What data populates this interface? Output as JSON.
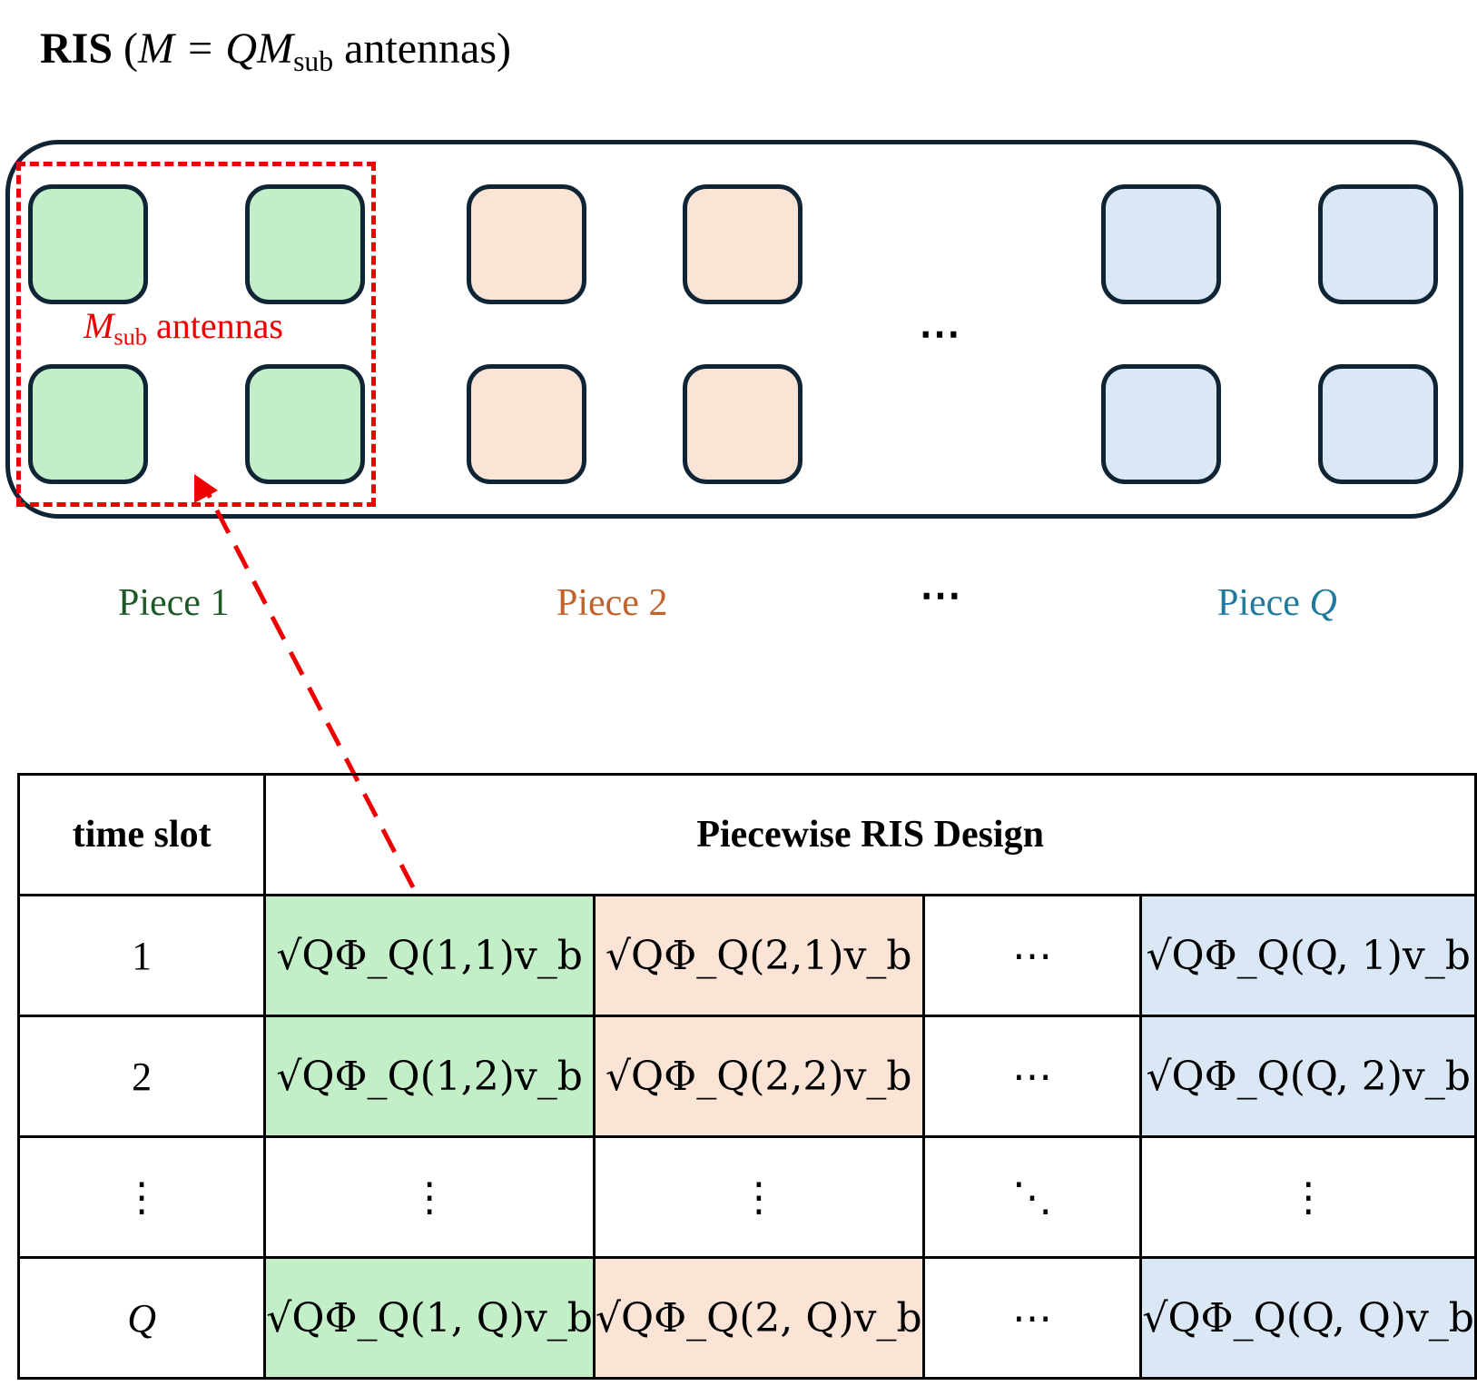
{
  "title": {
    "bold": "RIS",
    "open": " (",
    "m": "M",
    "eq": " = Q",
    "msym": "M",
    "sub": "sub",
    "rest": " antennas)"
  },
  "sub_label": {
    "m": "M",
    "sub": "sub",
    "rest": " antennas"
  },
  "ellipsis": "⋯",
  "pieces": [
    {
      "text": "Piece 1",
      "italic": "",
      "color": "#1e5a28"
    },
    {
      "text": "Piece 2",
      "italic": "",
      "color": "#c0622a"
    },
    {
      "text": "Piece ",
      "italic": "Q",
      "color": "#1f7a9e"
    }
  ],
  "colors": {
    "green_fill": "#c3efc8",
    "peach_fill": "#fbe3d6",
    "blue_fill": "#dae8f6",
    "tile_border": "#0f2535",
    "highlight": "#ee0000"
  },
  "table": {
    "header": {
      "time_slot": "time slot",
      "design": "Piecewise RIS Design"
    },
    "rows": [
      {
        "slot": "1",
        "cells": [
          "√QΦ_Q(1,1)v_b",
          "√QΦ_Q(2,1)v_b",
          "⋯",
          "√QΦ_Q(Q, 1)v_b"
        ]
      },
      {
        "slot": "2",
        "cells": [
          "√QΦ_Q(1,2)v_b",
          "√QΦ_Q(2,2)v_b",
          "⋯",
          "√QΦ_Q(Q, 2)v_b"
        ]
      },
      {
        "slot": "⋮",
        "cells": [
          "⋮",
          "⋮",
          "⋱",
          "⋮"
        ]
      },
      {
        "slot": "Q",
        "cells": [
          "√QΦ_Q(1, Q)v_b",
          "√QΦ_Q(2, Q)v_b",
          "⋯",
          "√QΦ_Q(Q, Q)v_b"
        ]
      }
    ]
  }
}
